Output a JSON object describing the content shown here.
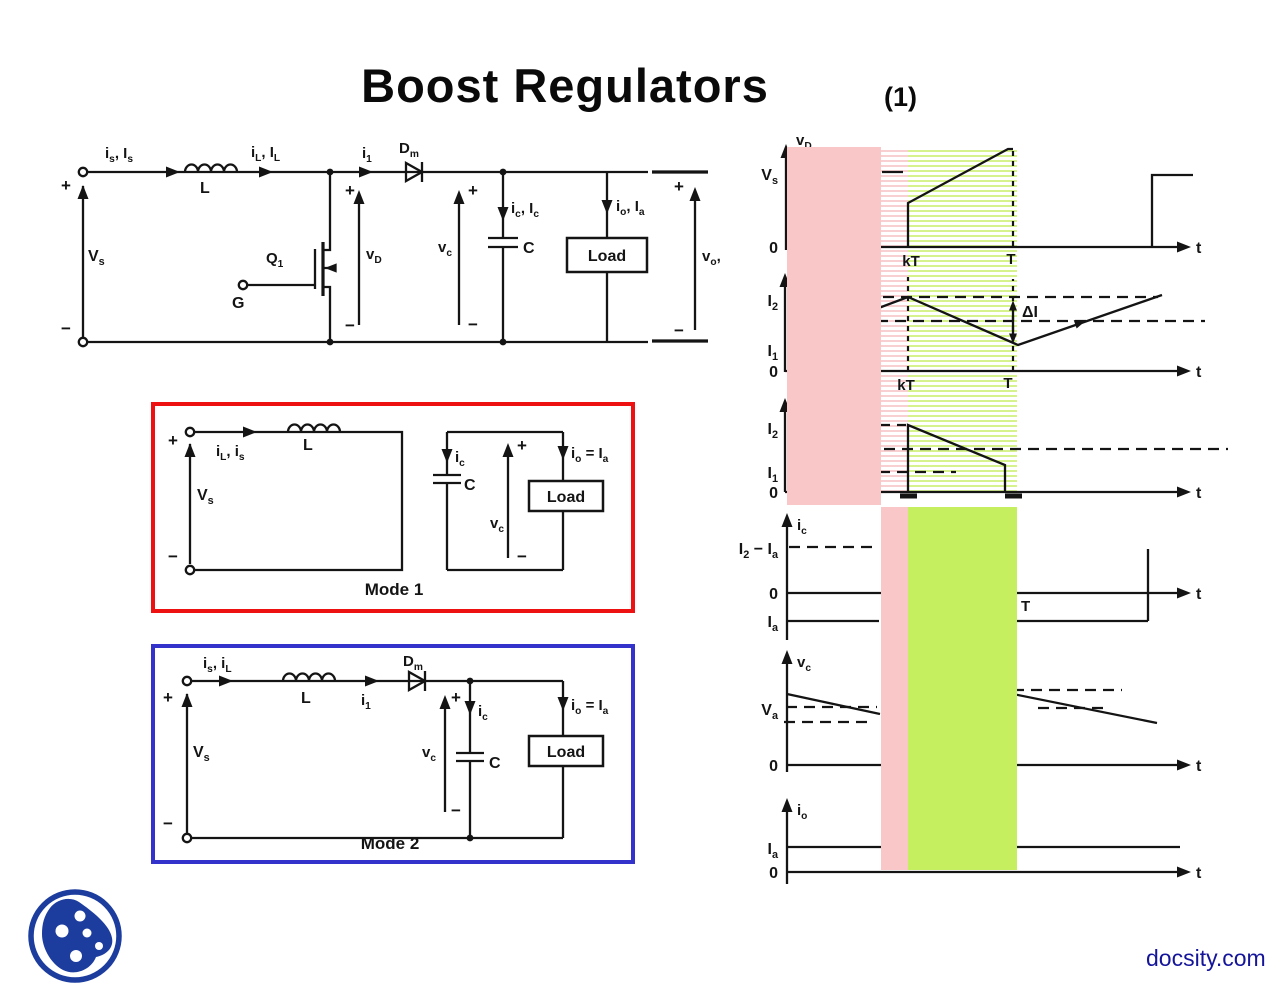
{
  "title": {
    "text": "Boost Regulators",
    "index": "(1)"
  },
  "sym": {
    "plus": "+",
    "minus": "−"
  },
  "main_circuit": {
    "src_current": "i_s, I_s",
    "inductor": "L",
    "ind_current": "i_L, I_L",
    "diode_current": "i_1",
    "diode": "D_m",
    "source": "V_s",
    "transistor": "Q_1",
    "gate": "G",
    "v_transistor": "v_D",
    "v_cap": "v_c",
    "cap_current": "i_c, I_c",
    "cap": "C",
    "out_current": "i_o, I_a",
    "load": "Load",
    "v_out": "v_o,"
  },
  "mode1": {
    "current": "i_L, i_s",
    "inductor": "L",
    "source": "V_s",
    "cap_current": "i_c",
    "cap": "C",
    "v_cap": "v_c",
    "out_current": "i_o = I_a",
    "load": "Load",
    "caption": "Mode 1"
  },
  "mode2": {
    "current": "i_s, i_L",
    "inductor": "L",
    "diode_current": "i_1",
    "diode": "D_m",
    "source": "V_s",
    "v_cap": "v_c",
    "cap_current": "i_c",
    "cap": "C",
    "out_current": "i_o = I_a",
    "load": "Load",
    "caption": "Mode 2"
  },
  "waveforms": {
    "w1": {
      "name": "v_D",
      "y1": "V_s",
      "zero": "0",
      "kT": "kT",
      "T": "T",
      "t": "t"
    },
    "w2": {
      "y1": "I_2",
      "y2": "I_1",
      "zero": "0",
      "kT": "kT",
      "T": "T",
      "t": "t",
      "delta": "ΔI"
    },
    "w3": {
      "y1": "I_2",
      "y2": "I_1",
      "zero": "0",
      "t": "t"
    },
    "w4": {
      "name": "i_c",
      "y1": "I_2 − I_a",
      "zero": "0",
      "y2": "I_a",
      "T": "T",
      "t": "t"
    },
    "w5": {
      "name": "v_c",
      "y1": "V_a",
      "zero": "0",
      "label2": "V_c",
      "t": "t"
    },
    "w6": {
      "name": "i_o",
      "y1": "I_a",
      "zero": "0",
      "t": "t"
    }
  },
  "footer": {
    "site": "docsity.com"
  },
  "colors": {
    "highlight_pink": "#f9c7c8",
    "highlight_green": "#c6ef5f",
    "stripe_pink": "#f6bcbf",
    "stripe_green": "#c3ec5c",
    "box_red": "#ee1111",
    "box_blue": "#3333cc",
    "brand_navy": "#1c3c9e",
    "link_blue": "#15159b"
  }
}
